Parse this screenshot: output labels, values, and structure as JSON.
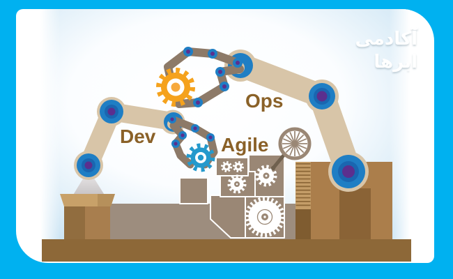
{
  "labels": {
    "dev": "Dev",
    "ops": "Ops",
    "agile": "Agile"
  },
  "logo": {
    "line1": "آکادمی",
    "line2": "ابرها"
  },
  "colors": {
    "frame_blue": "#00b1f0",
    "card_white": "#ffffff",
    "sky_blue_edge": "#c9e3f3",
    "label_brown": "#8a6128",
    "arm_tan": "#d8c5a8",
    "claw_taupe": "#8d7a68",
    "joint_blue": "#1f7ec4",
    "joint_inner_blue": "#1a66b0",
    "joint_purple": "#5b2f8e",
    "machine_taupe": "#9a8775",
    "platform_grey": "#9d8d7e",
    "ground_brown": "#8d6838",
    "crate_brown": "#ab7e4b",
    "crate_flap_tan": "#c8a169",
    "gear_orange": "#f5a21d",
    "gear_blue": "#2499cc"
  },
  "icons": {
    "orange_gear": "gear",
    "blue_gear": "gear",
    "machine_gears": "gear",
    "hand_wheel": "spoked-wheel"
  }
}
